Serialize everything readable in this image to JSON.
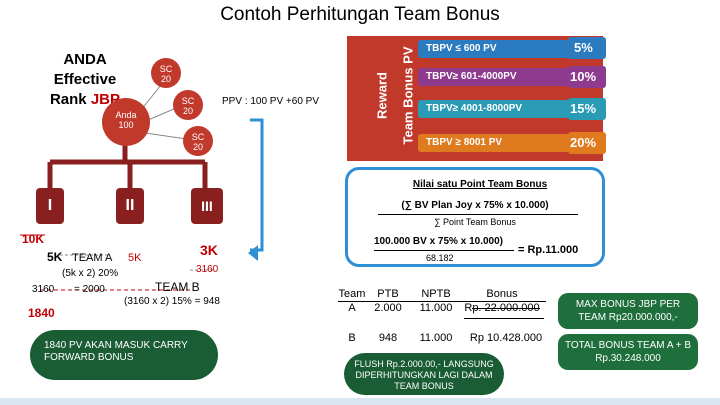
{
  "title": "Contoh Perhitungan Team Bonus",
  "rank": {
    "line1": "ANDA",
    "line2": "Effective",
    "line3a": "Rank ",
    "line3b": "JBP"
  },
  "tree": {
    "anda_label": "Anda",
    "anda_value": "100",
    "sc_label": "SC",
    "sc_value": "20",
    "ppv_text": "PPV : 100 PV +60 PV",
    "branches": [
      "I",
      "II",
      "III"
    ]
  },
  "reward": {
    "panel_text_1": "Reward",
    "panel_text_2": "Team Bonus PV",
    "tiers": [
      {
        "label": "TBPV ≤ 600 PV",
        "pct": "5%",
        "color": "#2b7bc0"
      },
      {
        "label": "TBPV≥ 601-4000PV",
        "pct": "10%",
        "color": "#8e3b8f"
      },
      {
        "label": "TBPV≥ 4001-8000PV",
        "pct": "15%",
        "color": "#2a9bb5"
      },
      {
        "label": "TBPV ≥ 8001 PV",
        "pct": "20%",
        "color": "#e07a1f"
      }
    ]
  },
  "left_calc": {
    "ten_k": "10K",
    "five_k": "5K",
    "team_a": "TEAM A",
    "five_k_red": "5K",
    "calc_a": "(5k x 2) 20%",
    "val_3160": "3160",
    "eq_2000": "= 2000",
    "three_k": "3K",
    "three_160": "3160",
    "team_b": "TEAM B",
    "calc_b": "(3160 x 2) 15% = 948",
    "carry": "1840",
    "carry_note": "1840 PV AKAN MASUK CARRY FORWARD BONUS"
  },
  "point_value": {
    "heading": "Nilai satu Point Team Bonus",
    "formula_top": "(∑ BV Plan Joy x 75% x 10.000)",
    "formula_bottom": "∑ Point Team Bonus",
    "calc_top": "100.000 BV x 75% x 10.000)",
    "calc_bottom": "68.182",
    "result": "= Rp.11.000"
  },
  "table": {
    "headers": [
      "Team",
      "PTB",
      "NPTB",
      "Bonus"
    ],
    "rows": [
      [
        "A",
        "2.000",
        "11.000",
        "Rp. 22.000.000"
      ],
      [
        "B",
        "948",
        "11.000",
        "Rp 10.428.000"
      ]
    ]
  },
  "notes": {
    "max_bonus": "MAX BONUS JBP PER TEAM Rp20.000.000,-",
    "total_bonus": "TOTAL BONUS TEAM A + B Rp.30.248.000",
    "flush": "FLUSH Rp.2.000.00,- LANGSUNG DIPERHITUNGKAN LAGI DALAM TEAM BONUS"
  }
}
